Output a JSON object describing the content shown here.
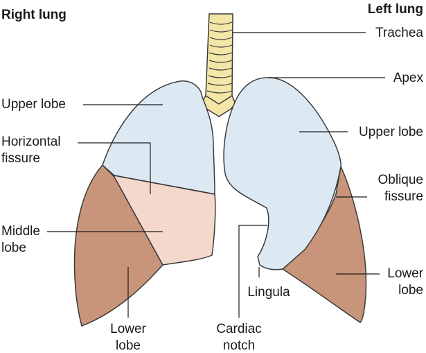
{
  "titles": {
    "right_lung": "Right lung",
    "left_lung": "Left lung"
  },
  "labels": {
    "trachea": "Trachea",
    "apex": "Apex",
    "upper_lobe_right": "Upper lobe",
    "upper_lobe_left": "Upper lobe",
    "horizontal_fissure": [
      "Horizontal",
      "fissure"
    ],
    "oblique_fissure": [
      "Oblique",
      "fissure"
    ],
    "middle_lobe": [
      "Middle",
      "lobe"
    ],
    "lower_lobe_left": [
      "Lower",
      "lobe"
    ],
    "lower_lobe_right": [
      "Lower",
      "lobe"
    ],
    "lingula": "Lingula",
    "cardiac_notch": [
      "Cardiac",
      "notch"
    ]
  },
  "colors": {
    "upper_lobe": "#dce9f3",
    "middle_lobe": "#f4d8cb",
    "lower_lobe": "#c8957a",
    "trachea": "#f3e6a6",
    "outline": "#2a2a2a"
  }
}
